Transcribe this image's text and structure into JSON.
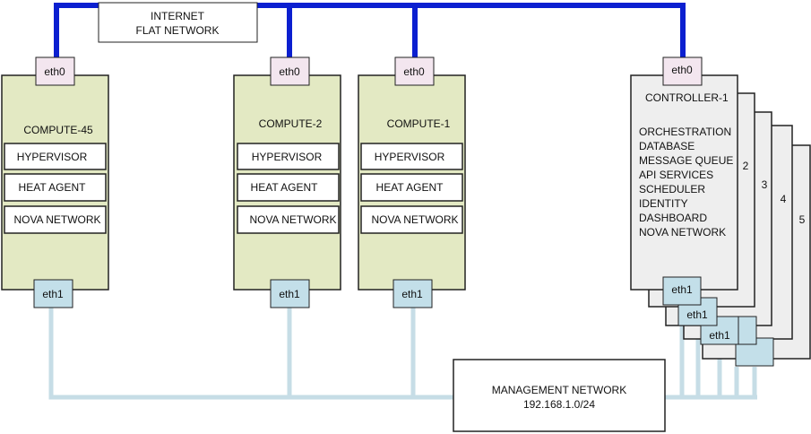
{
  "colors": {
    "internet_line": "#0b1fd0",
    "management_line": "#c6dde6",
    "compute_fill": "#e3e9c3",
    "controller_fill": "#eeeeee",
    "eth0_fill": "#f3e6ef",
    "eth1_fill": "#c3dfe9",
    "service_fill": "#ffffff",
    "border": "#222222"
  },
  "networks": {
    "internet": {
      "line1": "INTERNET",
      "line2": "FLAT NETWORK"
    },
    "management": {
      "line1": "MANAGEMENT NETWORK",
      "line2": "192.168.1.0/24"
    }
  },
  "compute_nodes": [
    {
      "name": "COMPUTE-45",
      "eth0": "eth0",
      "eth1": "eth1",
      "services": [
        "HYPERVISOR",
        "HEAT AGENT",
        "NOVA NETWORK"
      ]
    },
    {
      "name": "COMPUTE-2",
      "eth0": "eth0",
      "eth1": "eth1",
      "services": [
        "HYPERVISOR",
        "HEAT AGENT",
        "NOVA NETWORK"
      ]
    },
    {
      "name": "COMPUTE-1",
      "eth0": "eth0",
      "eth1": "eth1",
      "services": [
        "HYPERVISOR",
        "HEAT AGENT",
        "NOVA NETWORK"
      ]
    }
  ],
  "controller": {
    "name": "CONTROLLER-1",
    "eth0": "eth0",
    "services": [
      "ORCHESTRATION",
      "DATABASE",
      "MESSAGE QUEUE",
      "API SERVICES",
      "SCHEDULER",
      "IDENTITY",
      "DASHBOARD",
      "NOVA NETWORK"
    ],
    "stack_numbers": [
      "2",
      "3",
      "4",
      "5"
    ],
    "eth1_labels": [
      "eth1",
      "eth1",
      "eth1"
    ]
  }
}
